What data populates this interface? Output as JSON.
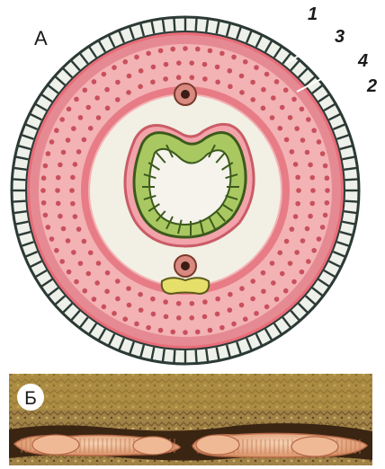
{
  "panel_a": {
    "label": "А",
    "callouts": [
      "1",
      "3",
      "4",
      "2"
    ]
  },
  "panel_b": {
    "label": "Б"
  },
  "colors": {
    "cuticle": "#3a4a46",
    "muscle": "#d9727a",
    "muscle_light": "#f2b6b6",
    "cavity": "#f1eee3",
    "gut": "#9fc25a",
    "soil": "#9a7a3e",
    "worm": "#eab08a"
  }
}
